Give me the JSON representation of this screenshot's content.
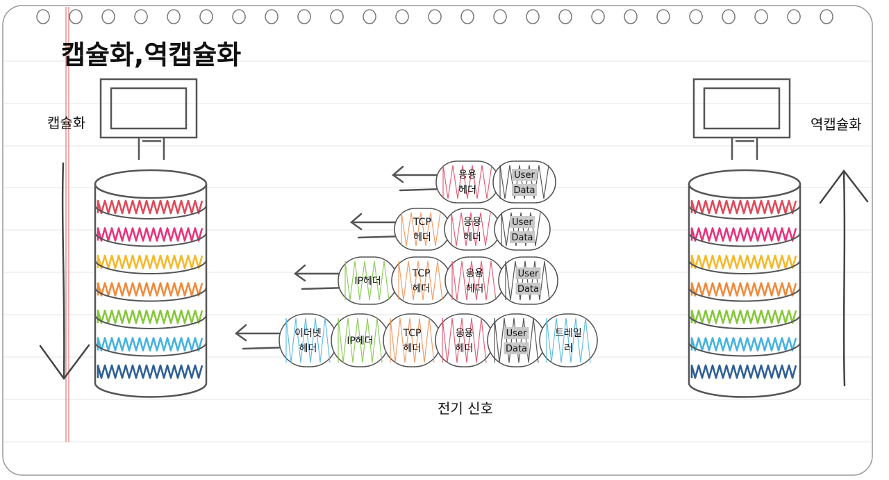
{
  "title": "캡슐화,역캡슐화",
  "left_label": "캡슐화",
  "right_label": "역캡슐화",
  "caption": "전기 신호",
  "layer_colors": [
    "#e04a5a",
    "#e8337e",
    "#f5b82a",
    "#f08a3c",
    "#86c83a",
    "#45b3e0",
    "#2e5f95"
  ],
  "segment_colors": {
    "ethernet": "#52b7e3",
    "ip": "#83c84b",
    "tcp": "#f0955a",
    "app": "#e0506a",
    "data": "#444444",
    "trailer": "#52b7e3"
  },
  "rows": [
    {
      "cells": [
        {
          "kind": "app",
          "lines": [
            "응용",
            "헤더"
          ]
        },
        {
          "kind": "data",
          "lines": [
            "User",
            "Data"
          ]
        }
      ]
    },
    {
      "cells": [
        {
          "kind": "tcp",
          "lines": [
            "TCP",
            "헤더"
          ]
        },
        {
          "kind": "app",
          "lines": [
            "응용",
            "헤더"
          ]
        },
        {
          "kind": "data",
          "lines": [
            "User",
            "Data"
          ]
        }
      ]
    },
    {
      "cells": [
        {
          "kind": "ip",
          "lines": [
            "IP헤더"
          ]
        },
        {
          "kind": "tcp",
          "lines": [
            "TCP",
            "헤더"
          ]
        },
        {
          "kind": "app",
          "lines": [
            "응용",
            "헤더"
          ]
        },
        {
          "kind": "data",
          "lines": [
            "User",
            "Data"
          ]
        }
      ]
    },
    {
      "cells": [
        {
          "kind": "ethernet",
          "lines": [
            "이더넷",
            "헤더"
          ]
        },
        {
          "kind": "ip",
          "lines": [
            "IP헤더"
          ]
        },
        {
          "kind": "tcp",
          "lines": [
            "TCP",
            "헤더"
          ]
        },
        {
          "kind": "app",
          "lines": [
            "응용",
            "헤더"
          ]
        },
        {
          "kind": "data",
          "lines": [
            "User",
            "Data"
          ]
        },
        {
          "kind": "trailer",
          "lines": [
            "트레일",
            "러"
          ]
        }
      ]
    }
  ]
}
